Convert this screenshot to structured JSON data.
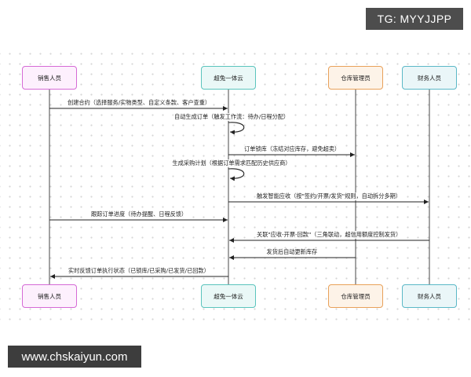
{
  "watermarks": {
    "top_right": "TG: MYYJJPP",
    "bottom_left": "www.chskaiyun.com"
  },
  "participants": [
    {
      "id": "sales",
      "label": "销售人员",
      "border": "#d56ad6",
      "fill": "#fdf0fd"
    },
    {
      "id": "platform",
      "label": "超兔一体云",
      "border": "#5bc4bd",
      "fill": "#eaf8f7"
    },
    {
      "id": "warehouse",
      "label": "仓库管理员",
      "border": "#e8a15a",
      "fill": "#fdf3e8"
    },
    {
      "id": "finance",
      "label": "财务人员",
      "border": "#5bb8c7",
      "fill": "#eaf6f8"
    }
  ],
  "messages": [
    {
      "from": "sales",
      "to": "platform",
      "text": "创建合约（选择服务/实物类型、自定义条款、客户查重）"
    },
    {
      "from": "platform",
      "to": "platform",
      "text": "自动生成订单（触发工作流：待办/日程分配）"
    },
    {
      "from": "platform",
      "to": "warehouse",
      "text": "订单锁库（冻结对应库存，避免超卖）"
    },
    {
      "from": "platform",
      "to": "platform",
      "text": "生成采购计划（根据订单需求匹配历史供应商）"
    },
    {
      "from": "platform",
      "to": "finance",
      "text": "触发智能应收（按\"签约/开票/发货\"规则，自动拆分多期）"
    },
    {
      "from": "sales",
      "to": "platform",
      "text": "跟踪订单进度（待办提醒、日程反馈）"
    },
    {
      "from": "finance",
      "to": "platform",
      "text": "关联\"应收-开票-回款\"（三角联动，超信用额度控制发货）"
    },
    {
      "from": "warehouse",
      "to": "platform",
      "text": "发货后自动更新库存"
    },
    {
      "from": "platform",
      "to": "sales",
      "text": "实时反馈订单执行状态（已锁库/已采购/已发货/已回款）"
    }
  ]
}
